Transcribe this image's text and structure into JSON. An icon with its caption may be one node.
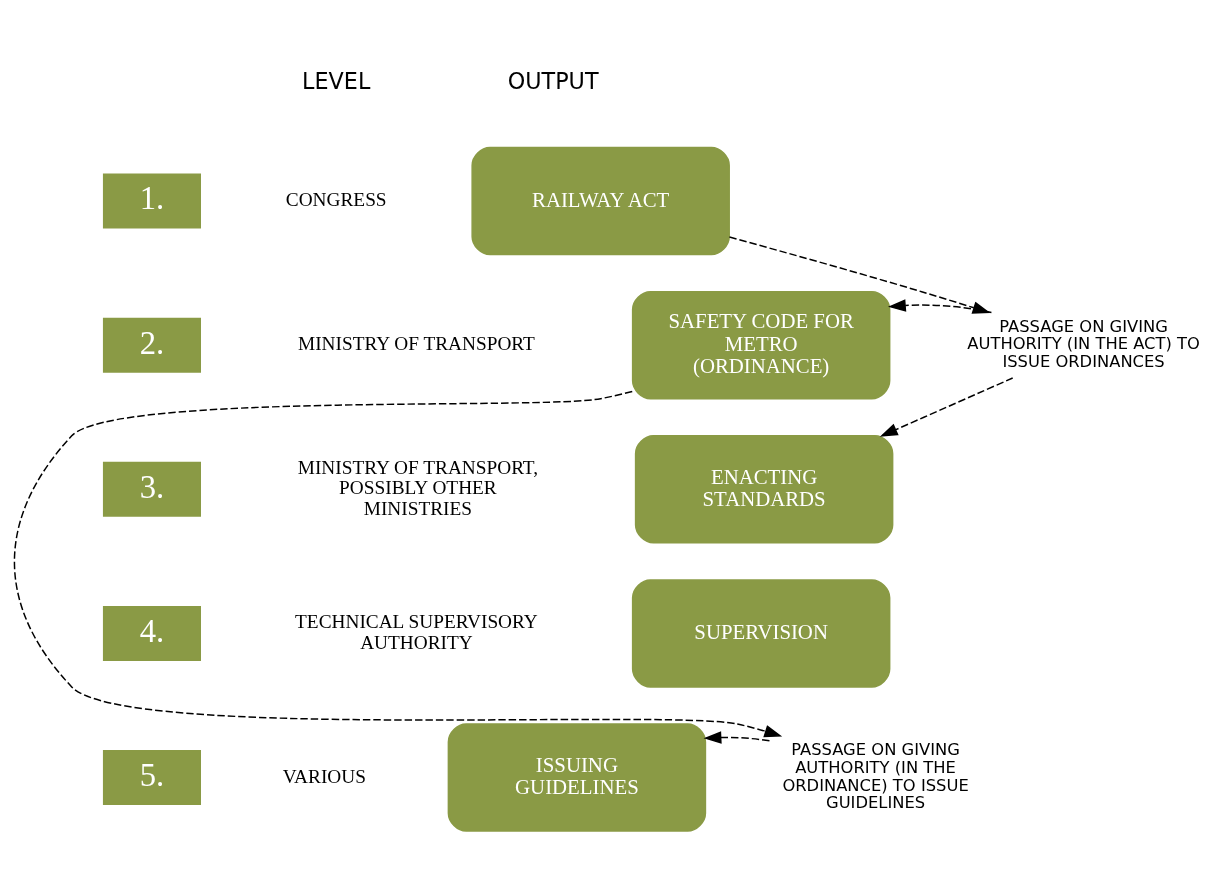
{
  "diagram": {
    "nodes": [
      {
        "text": [
          "1."
        ]
      },
      {
        "text": [
          "2."
        ]
      },
      {
        "text": [
          "3."
        ]
      },
      {
        "text": [
          "4."
        ]
      },
      {
        "text": [
          "5."
        ]
      },
      {
        "text": [
          "RAILWAY ACT"
        ]
      },
      {
        "text": [
          "SAFETY CODE FOR METRO (ORDINANCE)"
        ]
      },
      {
        "text": [
          "ENACTING STANDARDS"
        ]
      },
      {
        "text": [
          "SUPERVISION"
        ]
      },
      {
        "text": [
          "ISSUING GUIDELINES"
        ]
      },
      {
        "text": [
          "PASSAGE ON GIVING AUTHORITY (IN THE ACT) TO ISSUE ORDINANCES"
        ]
      },
      {
        "text": [
          "PASSAGE ON GIVING AUTHORITY (IN THE ORDINANCE) TO ISSUE GUIDELINES"
        ]
      }
    ],
    "edges": [
      {
        "from": 5,
        "to": 10,
        "arrow": "to",
        "style": "dashed"
      },
      {
        "from": 10,
        "to": 6,
        "arrow": "to",
        "style": "dashed"
      },
      {
        "from": 10,
        "to": 7,
        "arrow": "to",
        "style": "dashed"
      },
      {
        "from": 6,
        "to": 11,
        "arrow": "to",
        "style": "dashed"
      },
      {
        "from": 11,
        "to": 9,
        "arrow": "to",
        "style": "dashed"
      }
    ],
    "labels": [
      "LEVEL",
      "OUTPUT",
      "CONGRESS",
      "MINISTRY OF TRANSPORT",
      "MINISTRY OF TRANSPORT, POSSIBLY OTHER MINISTRIES",
      "TECHNICAL SUPERVISORY AUTHORITY",
      "VARIOUS"
    ]
  }
}
